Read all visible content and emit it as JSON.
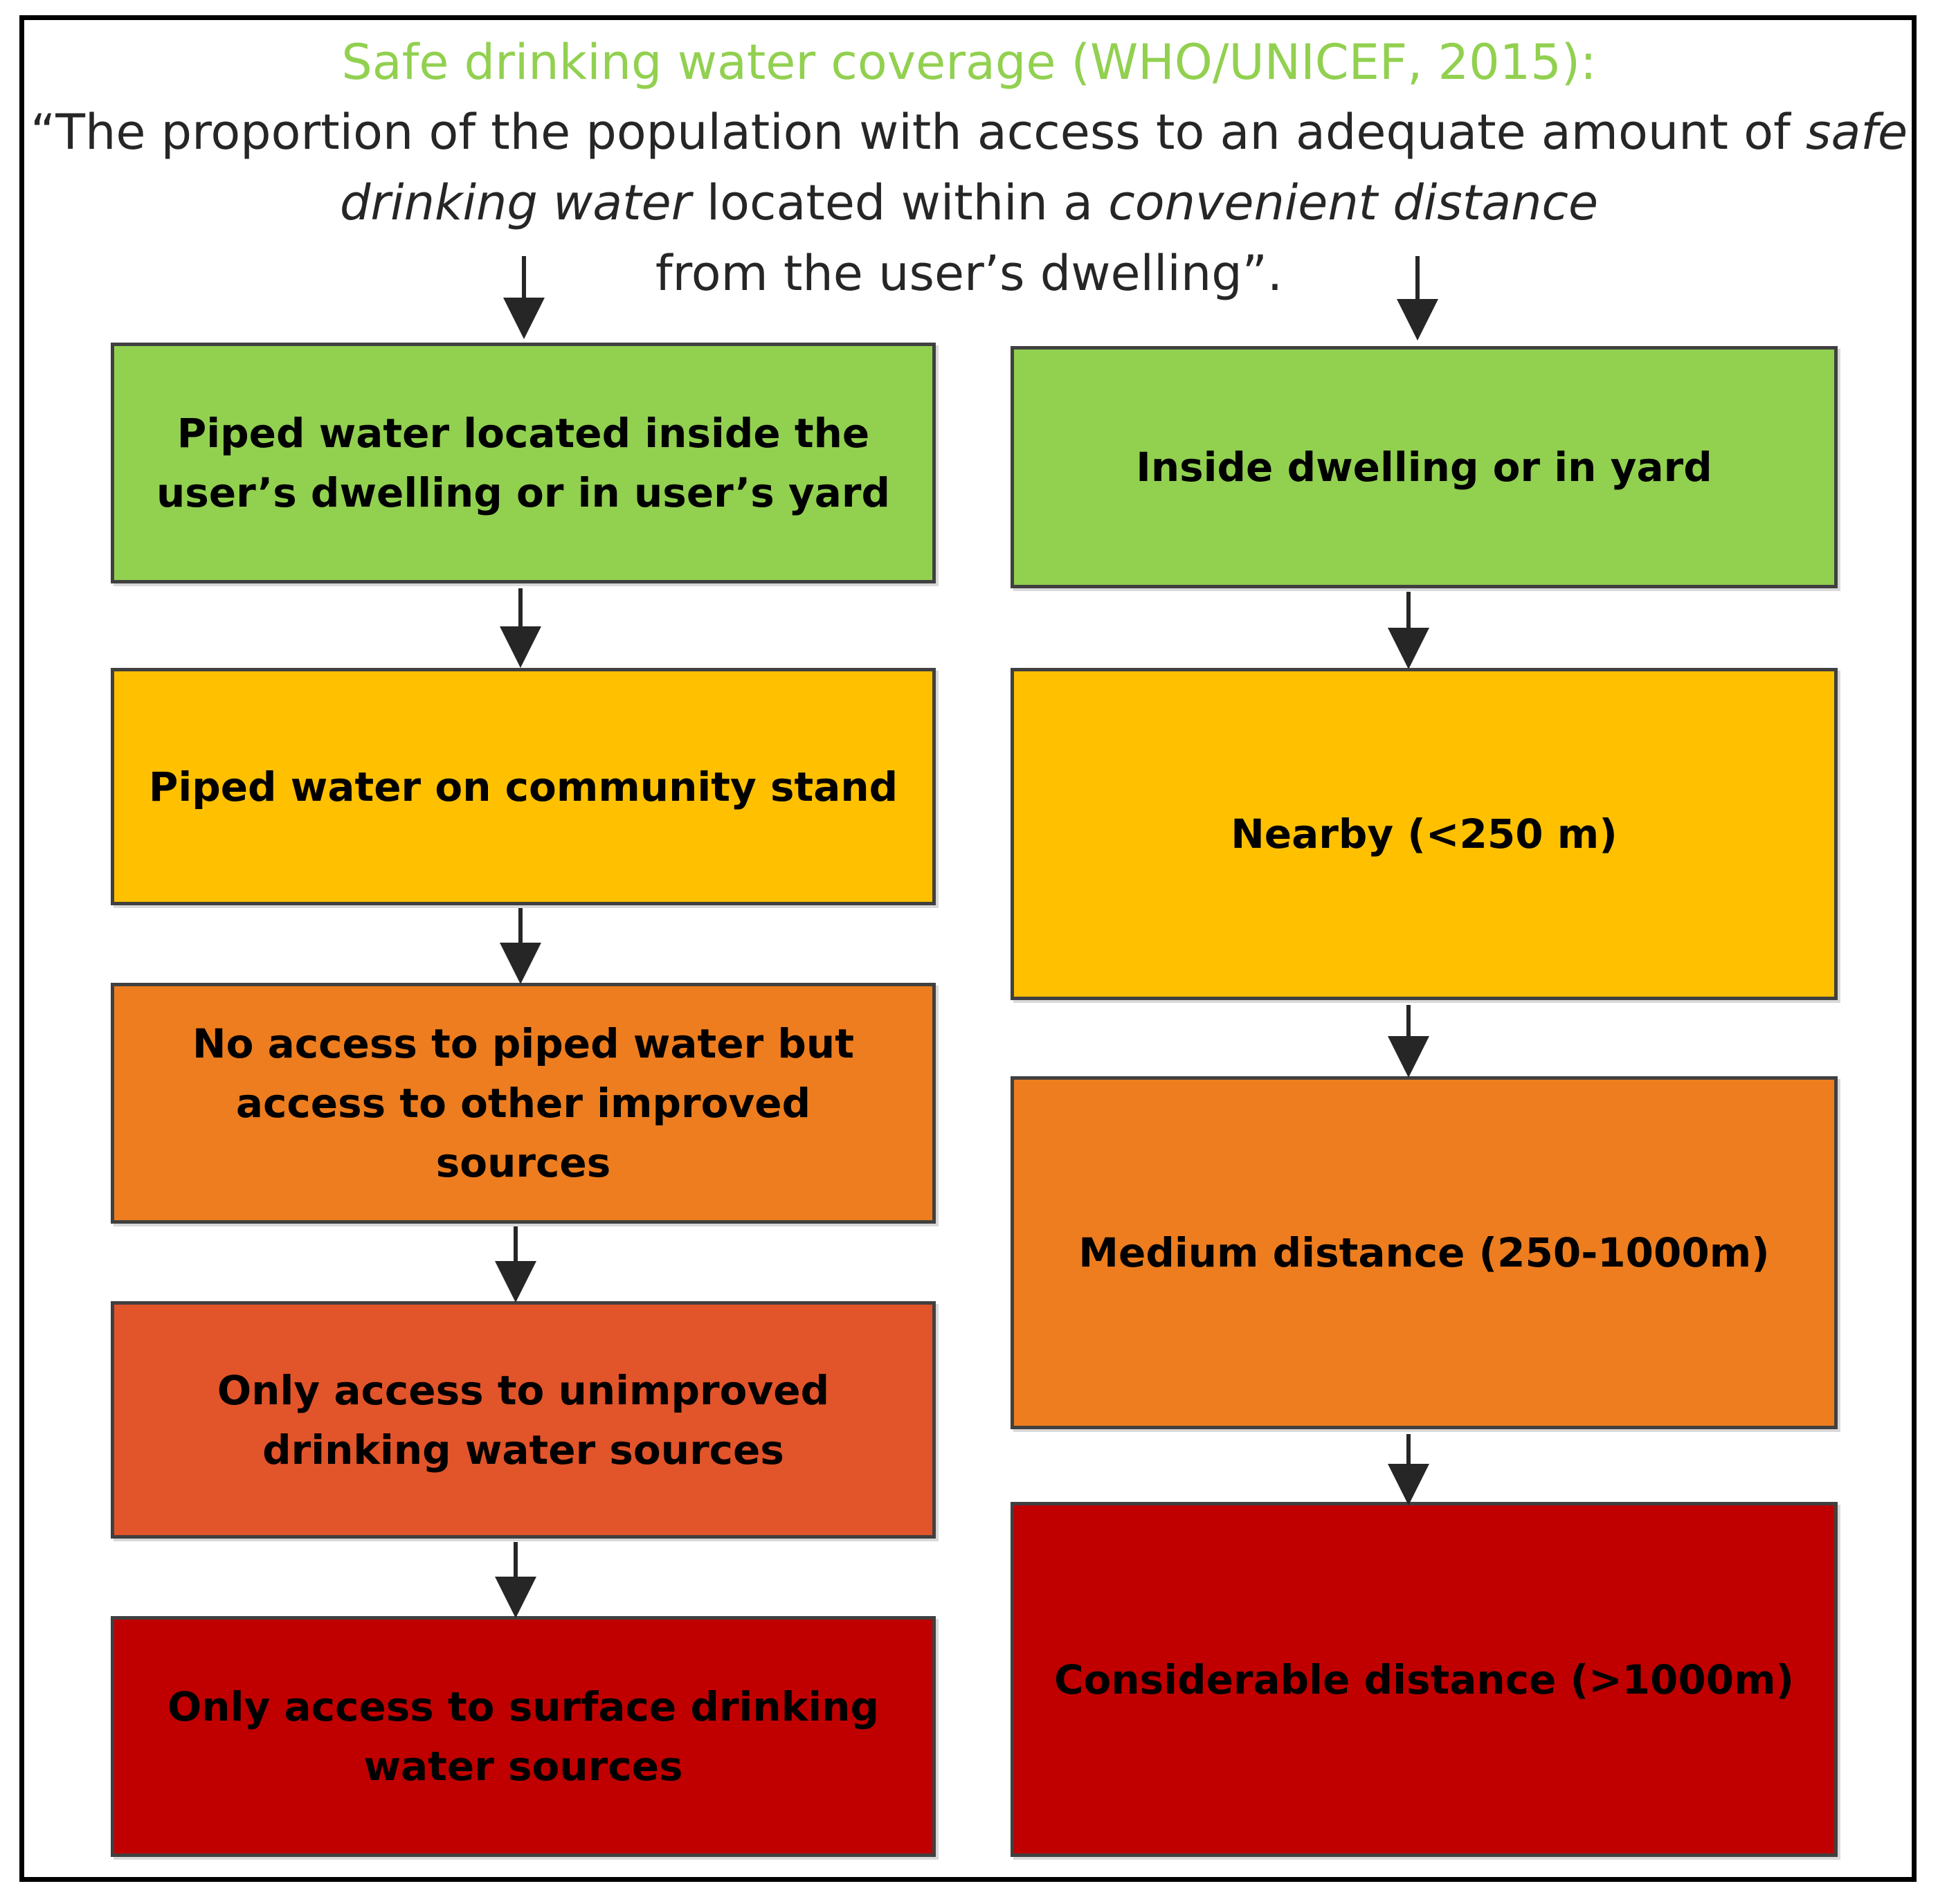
{
  "title": "Safe drinking water coverage (WHO/UNICEF, 2015):",
  "definition": {
    "part1": "“The proportion of the population with access to an adequate amount of ",
    "emphasis1": "safe drinking water",
    "part2": " located within a ",
    "emphasis2": "convenient distance",
    "part3": " from the user’s dwelling”."
  },
  "colors": {
    "title": "#92d050",
    "green": "#92d050",
    "yellow": "#ffc000",
    "orange": "#ed7d1e",
    "red_orange": "#e2542a",
    "dark_red": "#c00000"
  },
  "left_column": [
    {
      "label": "Piped water located inside the\nuser’s dwelling or in user’s yard",
      "color": "#92d050"
    },
    {
      "label": "Piped water on community stand",
      "color": "#ffc000"
    },
    {
      "label": "No access to piped water but\naccess to other improved sources",
      "color": "#ed7d1e"
    },
    {
      "label": "Only access to unimproved\ndrinking water sources",
      "color": "#e2542a"
    },
    {
      "label": "Only access to surface drinking\nwater sources",
      "color": "#c00000"
    }
  ],
  "right_column": [
    {
      "label": "Inside dwelling or in yard",
      "color": "#92d050"
    },
    {
      "label": "Nearby (<250 m)",
      "color": "#ffc000"
    },
    {
      "label": "Medium distance (250-1000m)",
      "color": "#ed7d1e"
    },
    {
      "label": "Considerable distance (>1000m)",
      "color": "#c00000"
    }
  ]
}
